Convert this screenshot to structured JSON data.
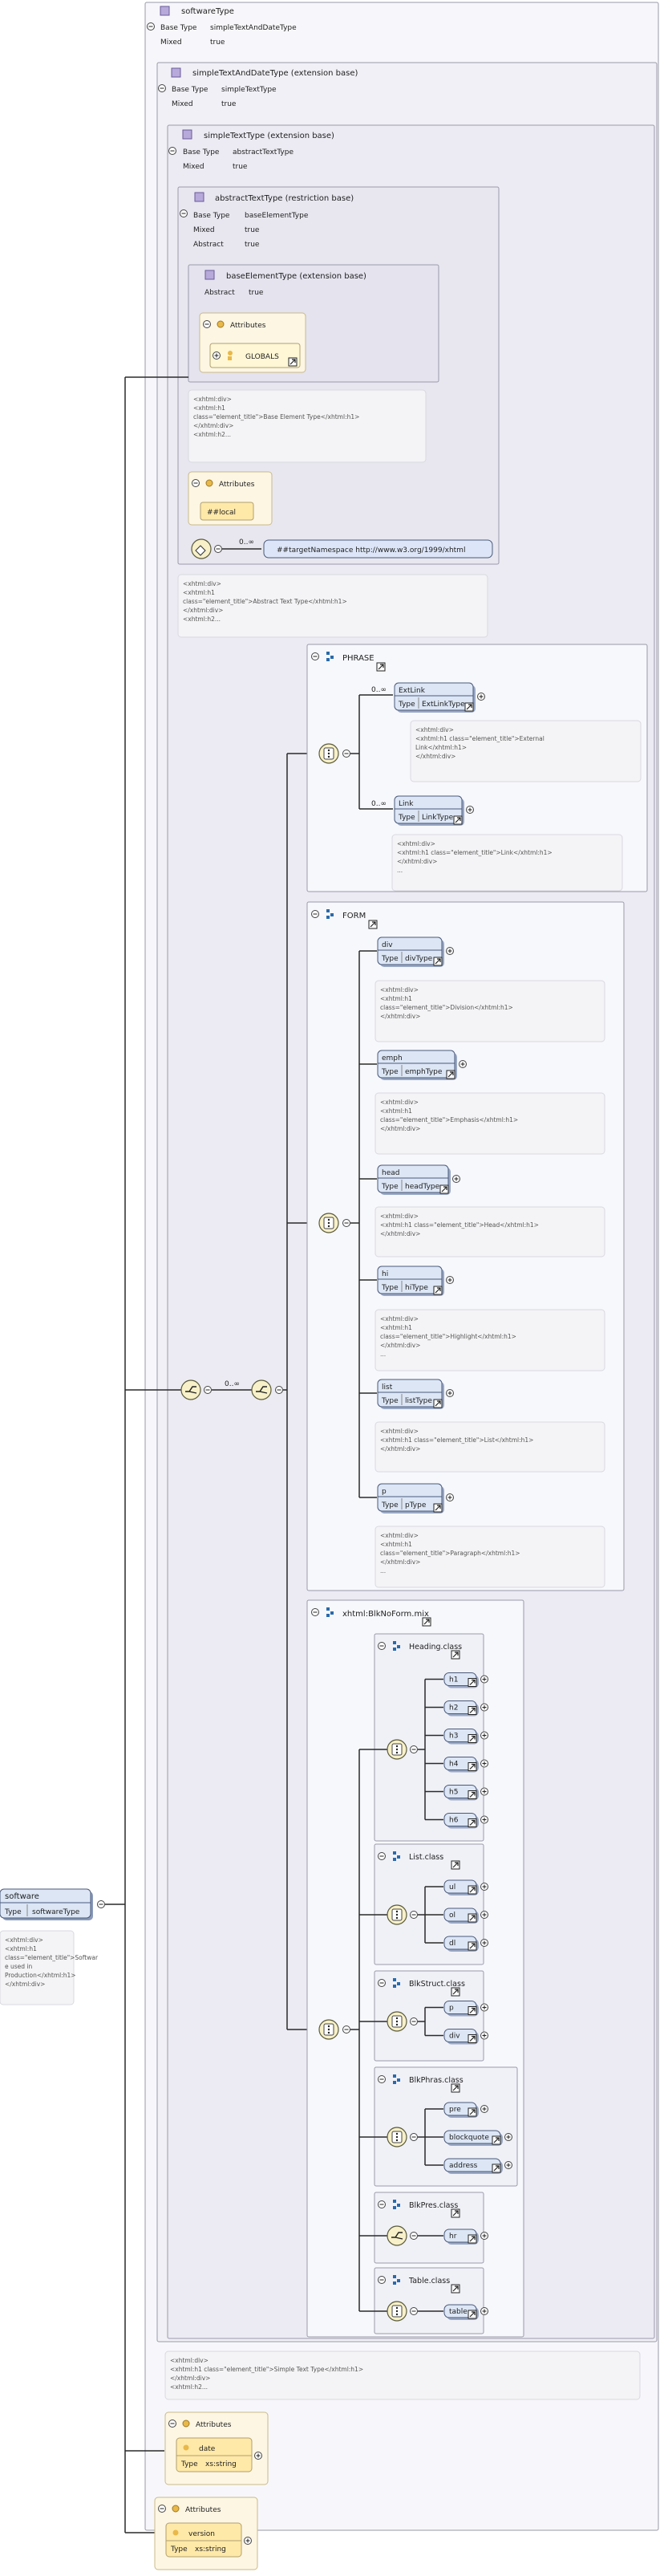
{
  "software": {
    "name": "software",
    "type_label": "Type",
    "type": "softwareType",
    "doc_lines": [
      "<xhtml:div>",
      "<xhtml:h1",
      "class=\"element_title\">Softwar",
      "e used in",
      "Production</xhtml:h1>",
      "</xhtml:div>"
    ]
  },
  "softwareType": {
    "title": "softwareType",
    "base_label": "Base Type",
    "base": "simpleTextAndDateType",
    "mixed_label": "Mixed",
    "mixed": "true"
  },
  "simpleTextAndDateType": {
    "title": "simpleTextAndDateType (extension base)",
    "base_label": "Base Type",
    "base": "simpleTextType",
    "mixed_label": "Mixed",
    "mixed": "true"
  },
  "simpleTextType": {
    "title": "simpleTextType (extension base)",
    "base_label": "Base Type",
    "base": "abstractTextType",
    "mixed_label": "Mixed",
    "mixed": "true",
    "doc_lines": [
      "<xhtml:div>",
      "<xhtml:h1 class=\"element_title\">Simple Text Type</xhtml:h1>",
      "</xhtml:div>",
      "<xhtml:h2..."
    ]
  },
  "abstractTextType": {
    "title": "abstractTextType (restriction base)",
    "base_label": "Base Type",
    "base": "baseElementType",
    "mixed_label": "Mixed",
    "mixed": "true",
    "abstract_label": "Abstract",
    "abstract": "true",
    "doc_lines": [
      "<xhtml:div>",
      "<xhtml:h1",
      "class=\"element_title\">Abstract Text Type</xhtml:h1>",
      "</xhtml:div>",
      "<xhtml:h2..."
    ]
  },
  "baseElementType": {
    "title": "baseElementType (extension base)",
    "abstract_label": "Abstract",
    "abstract": "true",
    "attributes_label": "Attributes",
    "globals": "GLOBALS",
    "doc_lines": [
      "<xhtml:div>",
      "<xhtml:h1",
      "class=\"element_title\">Base Element Type</xhtml:h1>",
      "</xhtml:div>",
      "<xhtml:h2..."
    ]
  },
  "abstract_attrs": {
    "label": "Attributes",
    "local": "##local"
  },
  "any": {
    "occurs": "0..∞",
    "namespace": "##targetNamespace http://www.w3.org/1999/xhtml"
  },
  "choice_occurs": "0..∞",
  "phrase": {
    "title": "PHRASE",
    "items": [
      {
        "name": "ExtLink",
        "type_label": "Type",
        "type": "ExtLinkType",
        "occurs": "0..∞",
        "doc_lines": [
          "<xhtml:div>",
          "<xhtml:h1 class=\"element_title\">External",
          "Link</xhtml:h1>",
          "</xhtml:div>"
        ]
      },
      {
        "name": "Link",
        "type_label": "Type",
        "type": "LinkType",
        "occurs": "0..∞",
        "doc_lines": [
          "<xhtml:div>",
          "<xhtml:h1 class=\"element_title\">Link</xhtml:h1>",
          "</xhtml:div>",
          "..."
        ]
      }
    ]
  },
  "form": {
    "title": "FORM",
    "items": [
      {
        "name": "div",
        "type_label": "Type",
        "type": "divType",
        "doc_lines": [
          "<xhtml:div>",
          "<xhtml:h1",
          "class=\"element_title\">Division</xhtml:h1>",
          "</xhtml:div>"
        ]
      },
      {
        "name": "emph",
        "type_label": "Type",
        "type": "emphType",
        "doc_lines": [
          "<xhtml:div>",
          "<xhtml:h1",
          "class=\"element_title\">Emphasis</xhtml:h1>",
          "</xhtml:div>"
        ]
      },
      {
        "name": "head",
        "type_label": "Type",
        "type": "headType",
        "doc_lines": [
          "<xhtml:div>",
          "<xhtml:h1 class=\"element_title\">Head</xhtml:h1>",
          "</xhtml:div>"
        ]
      },
      {
        "name": "hi",
        "type_label": "Type",
        "type": "hiType",
        "doc_lines": [
          "<xhtml:div>",
          "<xhtml:h1",
          "class=\"element_title\">Highlight</xhtml:h1>",
          "</xhtml:div>",
          "..."
        ]
      },
      {
        "name": "list",
        "type_label": "Type",
        "type": "listType",
        "doc_lines": [
          "<xhtml:div>",
          "<xhtml:h1 class=\"element_title\">List</xhtml:h1>",
          "</xhtml:div>"
        ]
      },
      {
        "name": "p",
        "type_label": "Type",
        "type": "pType",
        "doc_lines": [
          "<xhtml:div>",
          "<xhtml:h1",
          "class=\"element_title\">Paragraph</xhtml:h1>",
          "</xhtml:div>",
          "..."
        ]
      }
    ]
  },
  "blk": {
    "title": "xhtml:BlkNoForm.mix",
    "groups": [
      {
        "title": "Heading.class",
        "items": [
          "h1",
          "h2",
          "h3",
          "h4",
          "h5",
          "h6"
        ],
        "compositor": "sequence"
      },
      {
        "title": "List.class",
        "items": [
          "ul",
          "ol",
          "dl"
        ],
        "compositor": "sequence"
      },
      {
        "title": "BlkStruct.class",
        "items": [
          "p",
          "div"
        ],
        "compositor": "sequence"
      },
      {
        "title": "BlkPhras.class",
        "items": [
          "pre",
          "blockquote",
          "address"
        ],
        "compositor": "sequence"
      },
      {
        "title": "BlkPres.class",
        "items": [
          "hr"
        ],
        "compositor": "choice"
      },
      {
        "title": "Table.class",
        "items": [
          "table"
        ],
        "compositor": "sequence"
      }
    ]
  },
  "date_attr": {
    "label": "Attributes",
    "name": "date",
    "type_label": "Type",
    "type": "xs:string"
  },
  "version_attr": {
    "label": "Attributes",
    "name": "version",
    "type_label": "Type",
    "type": "xs:string"
  },
  "colors": {
    "line": "#2a2a2a",
    "element_fill": "#dce6f5",
    "element_border": "#4a5a7a",
    "attr_fill": "#fdf6e3",
    "type_box": "#f3f2f8",
    "doc_fill": "#f4f4f6"
  }
}
